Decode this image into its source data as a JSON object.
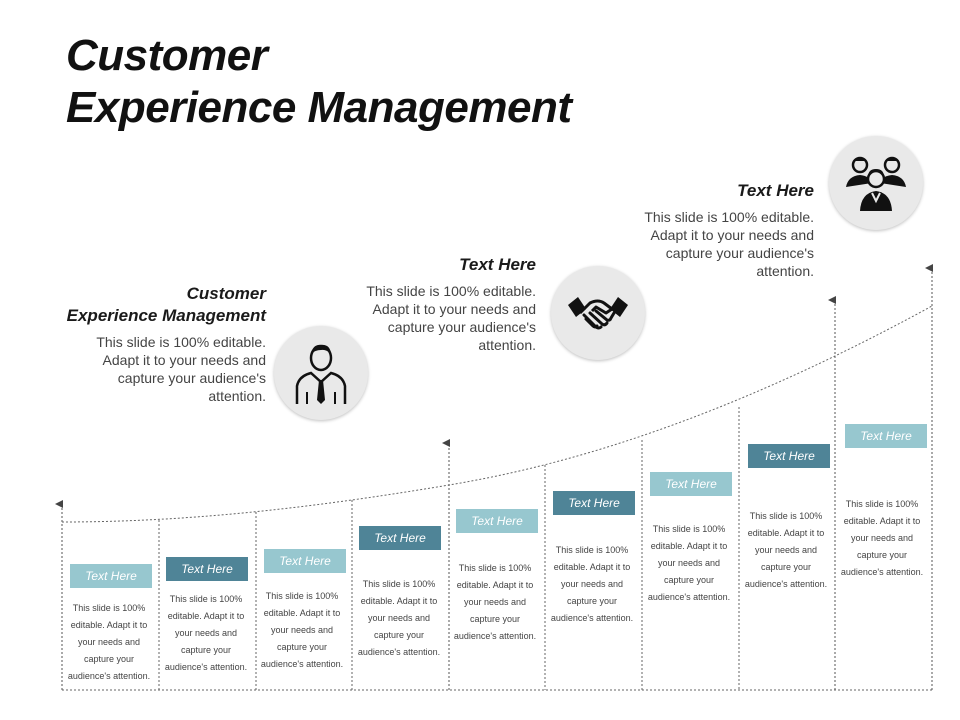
{
  "title": {
    "line1": "Customer",
    "line2": "Experience Management"
  },
  "callouts": [
    {
      "head1": "Customer",
      "head2": "Experience Management",
      "body": "This slide is 100% editable. Adapt it to your needs and capture your audience's attention.",
      "icon": "businessman-icon"
    },
    {
      "head1": "Text Here",
      "head2": "",
      "body": "This slide is 100% editable. Adapt it to your needs and capture your audience's attention.",
      "icon": "handshake-icon"
    },
    {
      "head1": "Text Here",
      "head2": "",
      "body": "This slide is 100% editable. Adapt it to your needs and capture your audience's attention.",
      "icon": "team-icon"
    }
  ],
  "columns": [
    {
      "label": "Text Here",
      "text": "This slide is 100% editable. Adapt it to your needs and capture your audience's attention."
    },
    {
      "label": "Text Here",
      "text": "This slide is 100% editable. Adapt it to your needs and capture your audience's attention."
    },
    {
      "label": "Text Here",
      "text": "This slide is 100% editable. Adapt it to your needs and capture your audience's attention."
    },
    {
      "label": "Text Here",
      "text": "This slide is 100% editable. Adapt it to your needs and capture your audience's attention."
    },
    {
      "label": "Text Here",
      "text": "This slide is 100% editable. Adapt it to your needs and capture your audience's attention."
    },
    {
      "label": "Text Here",
      "text": "This slide is 100% editable. Adapt it to your needs and capture your audience's attention."
    },
    {
      "label": "Text Here",
      "text": "This slide is 100% editable. Adapt it to your needs and capture your audience's attention."
    },
    {
      "label": "Text Here",
      "text": "This slide is 100% editable. Adapt it to your needs and capture your audience's attention."
    },
    {
      "label": "Text Here",
      "text": "This slide is 100% editable. Adapt it to your needs and capture your audience's attention."
    }
  ],
  "colors": {
    "tag_light": "#97c7cf",
    "tag_dark": "#4f8497",
    "circle": "#e9e9e9",
    "line": "#555555"
  }
}
